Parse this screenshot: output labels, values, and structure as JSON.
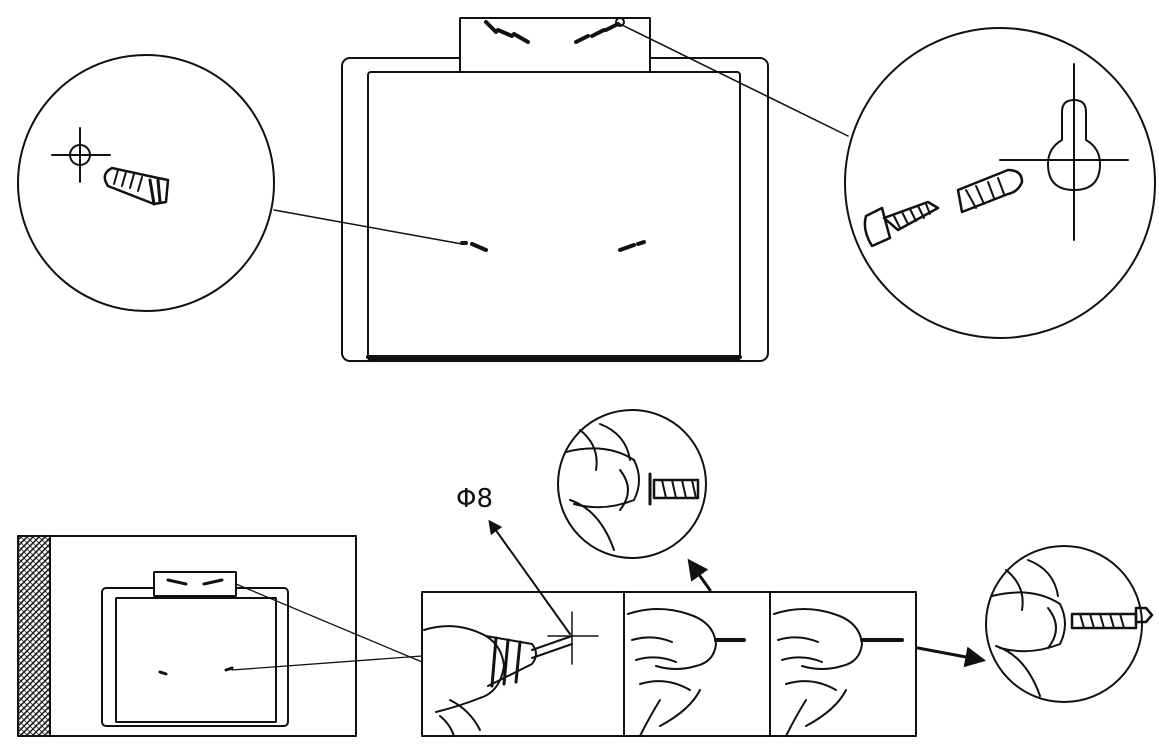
{
  "diagram": {
    "drill_bit_label": "Φ8",
    "colors": {
      "line": "#111111",
      "background": "#ffffff",
      "wall_hatch": "#222222"
    },
    "panels": [
      "device-front-view",
      "wall-anchor-detail-left",
      "screw-keyhole-detail-right",
      "wall-mount-overview",
      "drilling-step",
      "insert-anchor-step",
      "insert-screw-step",
      "anchor-in-wall-detail",
      "screw-in-wall-detail"
    ]
  }
}
